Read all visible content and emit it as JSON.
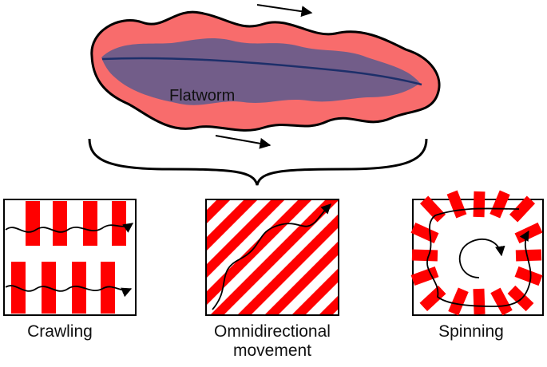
{
  "worm": {
    "label": "Flatworm",
    "body_color": "#f86c6c",
    "gut_color": "#5a5a8e",
    "outline_color": "#000000"
  },
  "panels": [
    {
      "name": "crawling",
      "label_lines": [
        "Crawling"
      ],
      "stripe_color": "#ff0000",
      "arrow_icon": "wavy-arrow-icon"
    },
    {
      "name": "omnidirectional",
      "label_lines": [
        "Omnidirectional",
        "movement"
      ],
      "stripe_color": "#ff0000",
      "arrow_icon": "wavy-arrow-icon"
    },
    {
      "name": "spinning",
      "label_lines": [
        "Spinning"
      ],
      "stripe_color": "#ff0000",
      "arrow_icon": "circular-arrow-icon"
    }
  ]
}
